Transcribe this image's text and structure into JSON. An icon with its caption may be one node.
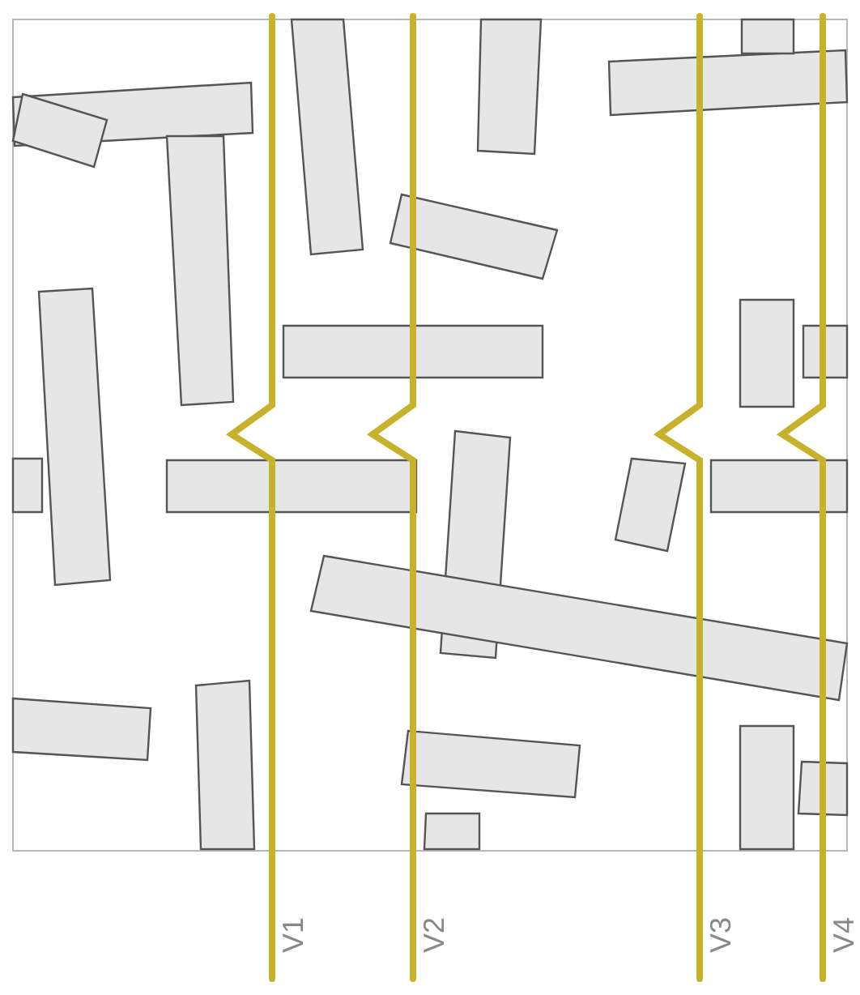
{
  "diagram": {
    "labels": [
      "V1",
      "V2",
      "V3",
      "V4"
    ]
  }
}
